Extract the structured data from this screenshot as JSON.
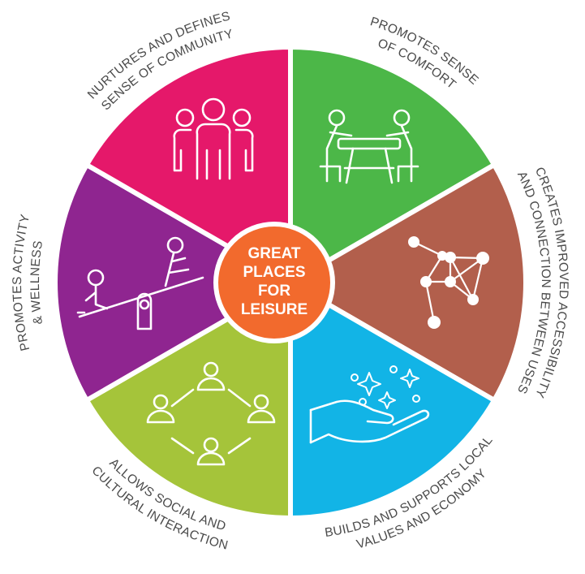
{
  "center": {
    "lines": [
      "GREAT",
      "PLACES",
      "FOR",
      "LEISURE"
    ],
    "color": "#f26a2d"
  },
  "segments": [
    {
      "id": "comfort",
      "lines": [
        "PROMOTES SENSE",
        "OF COMFORT"
      ],
      "color": "#4cb748",
      "icon": "picnic-table-icon"
    },
    {
      "id": "accessibility",
      "lines": [
        "CREATES IMPROVED ACCESSIBILITY",
        "AND CONNECTION BETWEEN USES"
      ],
      "color": "#b25f4c",
      "icon": "network-nodes-icon"
    },
    {
      "id": "economy",
      "lines": [
        "BUILDS AND SUPPORTS LOCAL",
        "VALUES AND ECONOMY"
      ],
      "color": "#12b4e6",
      "icon": "hand-sparkles-icon"
    },
    {
      "id": "social",
      "lines": [
        "ALLOWS SOCIAL AND",
        "CULTURAL INTERACTION"
      ],
      "color": "#a5c43a",
      "icon": "people-network-icon"
    },
    {
      "id": "activity",
      "lines": [
        "PROMOTES ACTIVITY",
        "& WELLNESS"
      ],
      "color": "#8f2590",
      "icon": "seesaw-icon"
    },
    {
      "id": "community",
      "lines": [
        "NURTURES AND DEFINES",
        "SENSE OF COMMUNITY"
      ],
      "color": "#e5186a",
      "icon": "group-people-icon"
    }
  ]
}
